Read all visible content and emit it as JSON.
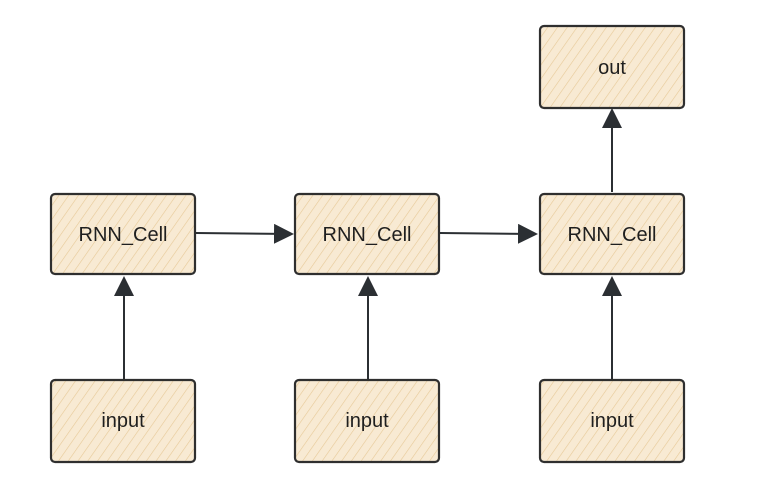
{
  "diagram": {
    "nodes": {
      "rnn_cell_1": "RNN_Cell",
      "rnn_cell_2": "RNN_Cell",
      "rnn_cell_3": "RNN_Cell",
      "input_1": "input",
      "input_2": "input",
      "input_3": "input",
      "out": "out"
    },
    "colors": {
      "box_fill": "#f7e7cc",
      "hatch_stroke": "#e6c48f",
      "box_border": "#2f2f2f",
      "arrow": "#2b2f33"
    }
  }
}
